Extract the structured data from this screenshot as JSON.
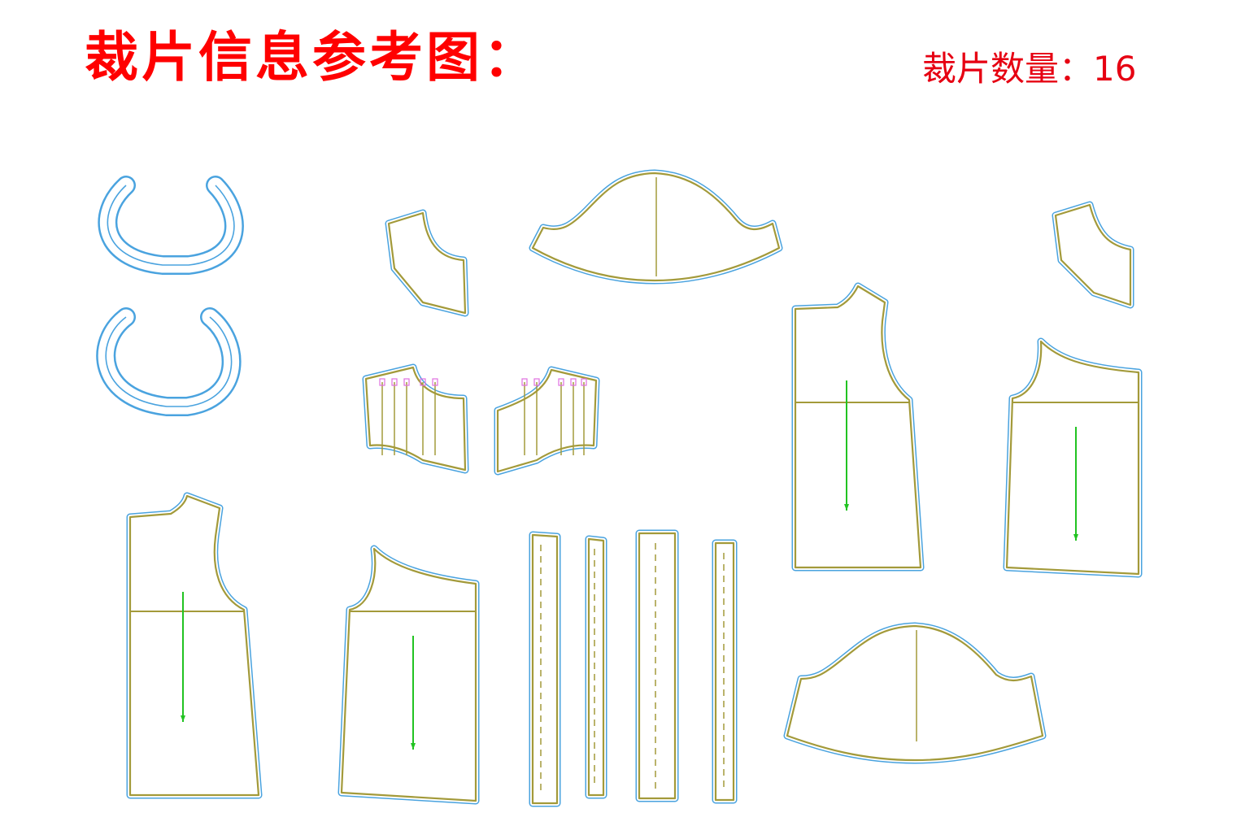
{
  "header": {
    "title": "裁片信息参考图：",
    "piece_count_label": "裁片数量：",
    "piece_count": "16"
  },
  "colors": {
    "title": "#ff0000",
    "cut_line": "#4aa3df",
    "seam_line": "#a39a3a",
    "grain_line": "#22c322",
    "notch": "#e070e0"
  },
  "pieces": [
    {
      "name": "collar-piece"
    },
    {
      "name": "collar-piece"
    },
    {
      "name": "yoke-piece"
    },
    {
      "name": "yoke-piece"
    },
    {
      "name": "pleated-yoke-piece"
    },
    {
      "name": "pleated-yoke-piece"
    },
    {
      "name": "sleeve-piece"
    },
    {
      "name": "sleeve-piece"
    },
    {
      "name": "front-body-piece"
    },
    {
      "name": "back-body-piece"
    },
    {
      "name": "front-body-piece"
    },
    {
      "name": "back-body-piece"
    },
    {
      "name": "placket-strip"
    },
    {
      "name": "placket-strip"
    },
    {
      "name": "placket-strip"
    },
    {
      "name": "placket-strip"
    }
  ]
}
